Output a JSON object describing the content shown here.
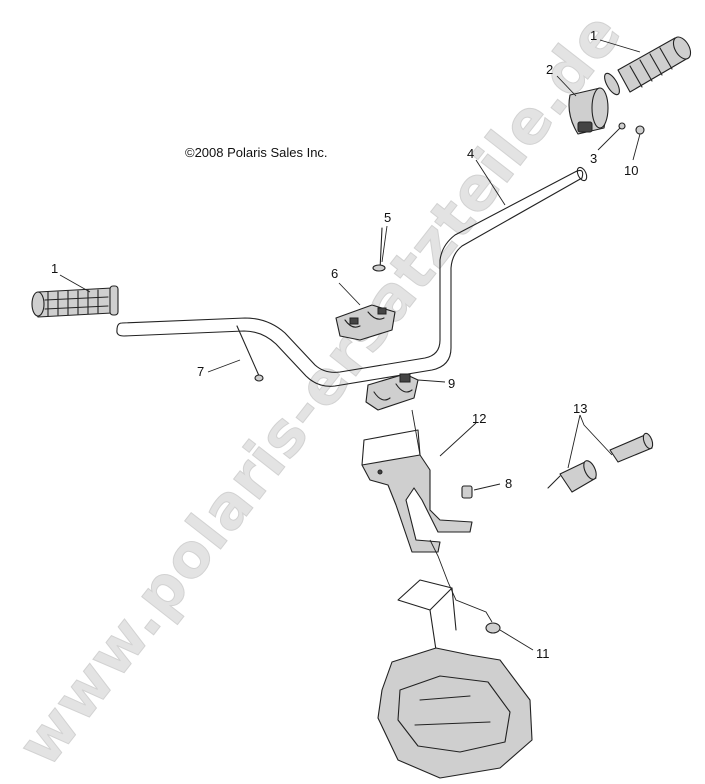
{
  "diagram": {
    "copyright": "©2008 Polaris Sales Inc.",
    "watermark": "www.polaris-ersatzteile.de",
    "callouts": {
      "c1a": "1",
      "c1b": "1",
      "c2": "2",
      "c3": "3",
      "c4": "4",
      "c5": "5",
      "c6": "6",
      "c7": "7",
      "c8": "8",
      "c9": "9",
      "c10": "10",
      "c11": "11",
      "c12": "12",
      "c13": "13"
    }
  }
}
